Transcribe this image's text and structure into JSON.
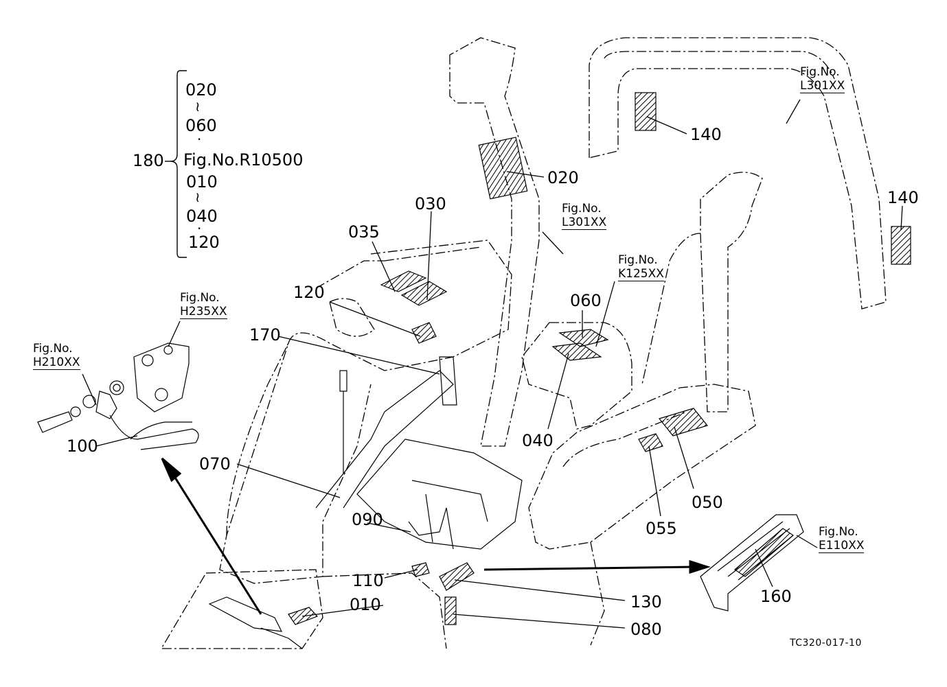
{
  "group": {
    "number": "180",
    "lines": [
      "020",
      "≀",
      "060",
      "·",
      "Fig.No.R10500",
      "010",
      "≀",
      "040",
      "·",
      "120"
    ]
  },
  "fig_refs": {
    "h235": {
      "label": "Fig.No.",
      "code": "H235XX"
    },
    "h210": {
      "label": "Fig.No.",
      "code": "H210XX"
    },
    "l301_upper": {
      "label": "Fig.No.",
      "code": "L301XX"
    },
    "l301_mid": {
      "label": "Fig.No.",
      "code": "L301XX"
    },
    "k125": {
      "label": "Fig.No.",
      "code": "K125XX"
    },
    "e110": {
      "label": "Fig.No.",
      "code": "E110XX"
    }
  },
  "parts": {
    "p010": "010",
    "p020": "020",
    "p030": "030",
    "p035": "035",
    "p040": "040",
    "p050": "050",
    "p055": "055",
    "p060": "060",
    "p070": "070",
    "p080": "080",
    "p090": "090",
    "p100": "100",
    "p110": "110",
    "p120": "120",
    "p130": "130",
    "p140a": "140",
    "p140b": "140",
    "p160": "160",
    "p170": "170"
  },
  "drawing_code": "TC320-017-10"
}
